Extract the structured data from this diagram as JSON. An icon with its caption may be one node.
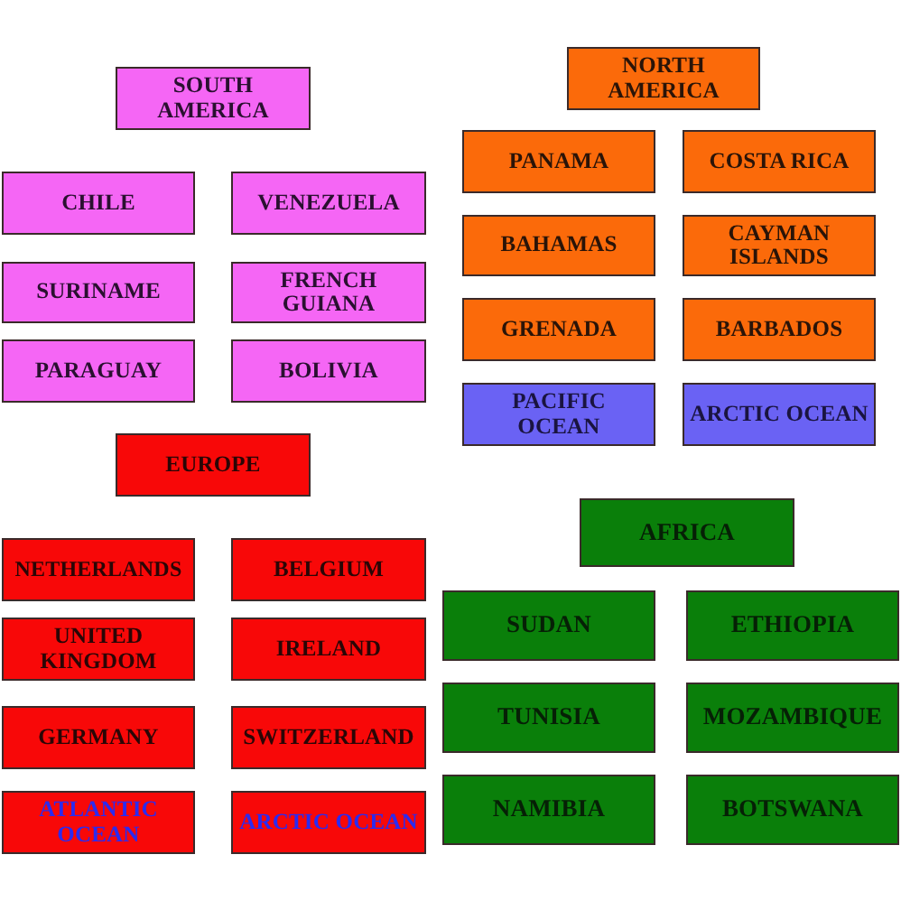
{
  "diagram": {
    "nodes": [
      {
        "text": [
          "SOUTH AMERICA"
        ]
      },
      {
        "text": [
          "CHILE"
        ]
      },
      {
        "text": [
          "VENEZUELA"
        ]
      },
      {
        "text": [
          "SURINAME"
        ]
      },
      {
        "text": [
          "FRENCH GUIANA"
        ]
      },
      {
        "text": [
          "PARAGUAY"
        ]
      },
      {
        "text": [
          "BOLIVIA"
        ]
      },
      {
        "text": [
          "NORTH AMERICA"
        ]
      },
      {
        "text": [
          "PANAMA"
        ]
      },
      {
        "text": [
          "COSTA RICA"
        ]
      },
      {
        "text": [
          "BAHAMAS"
        ]
      },
      {
        "text": [
          "CAYMAN ISLANDS"
        ]
      },
      {
        "text": [
          "GRENADA"
        ]
      },
      {
        "text": [
          "BARBADOS"
        ]
      },
      {
        "text": [
          "PACIFIC OCEAN"
        ]
      },
      {
        "text": [
          "ARCTIC OCEAN"
        ]
      },
      {
        "text": [
          "EUROPE"
        ]
      },
      {
        "text": [
          "NETHERLANDS"
        ]
      },
      {
        "text": [
          "BELGIUM"
        ]
      },
      {
        "text": [
          "UNITED KINGDOM"
        ]
      },
      {
        "text": [
          "IRELAND"
        ]
      },
      {
        "text": [
          "GERMANY"
        ]
      },
      {
        "text": [
          "SWITZERLAND"
        ]
      },
      {
        "text": [
          "ATLANTIC OCEAN"
        ]
      },
      {
        "text": [
          "ARCTIC OCEAN"
        ]
      },
      {
        "text": [
          "AFRICA"
        ]
      },
      {
        "text": [
          "SUDAN"
        ]
      },
      {
        "text": [
          "ETHIOPIA"
        ]
      },
      {
        "text": [
          "TUNISIA"
        ]
      },
      {
        "text": [
          "MOZAMBIQUE"
        ]
      },
      {
        "text": [
          "NAMIBIA"
        ]
      },
      {
        "text": [
          "BOTSWANA"
        ]
      }
    ]
  }
}
